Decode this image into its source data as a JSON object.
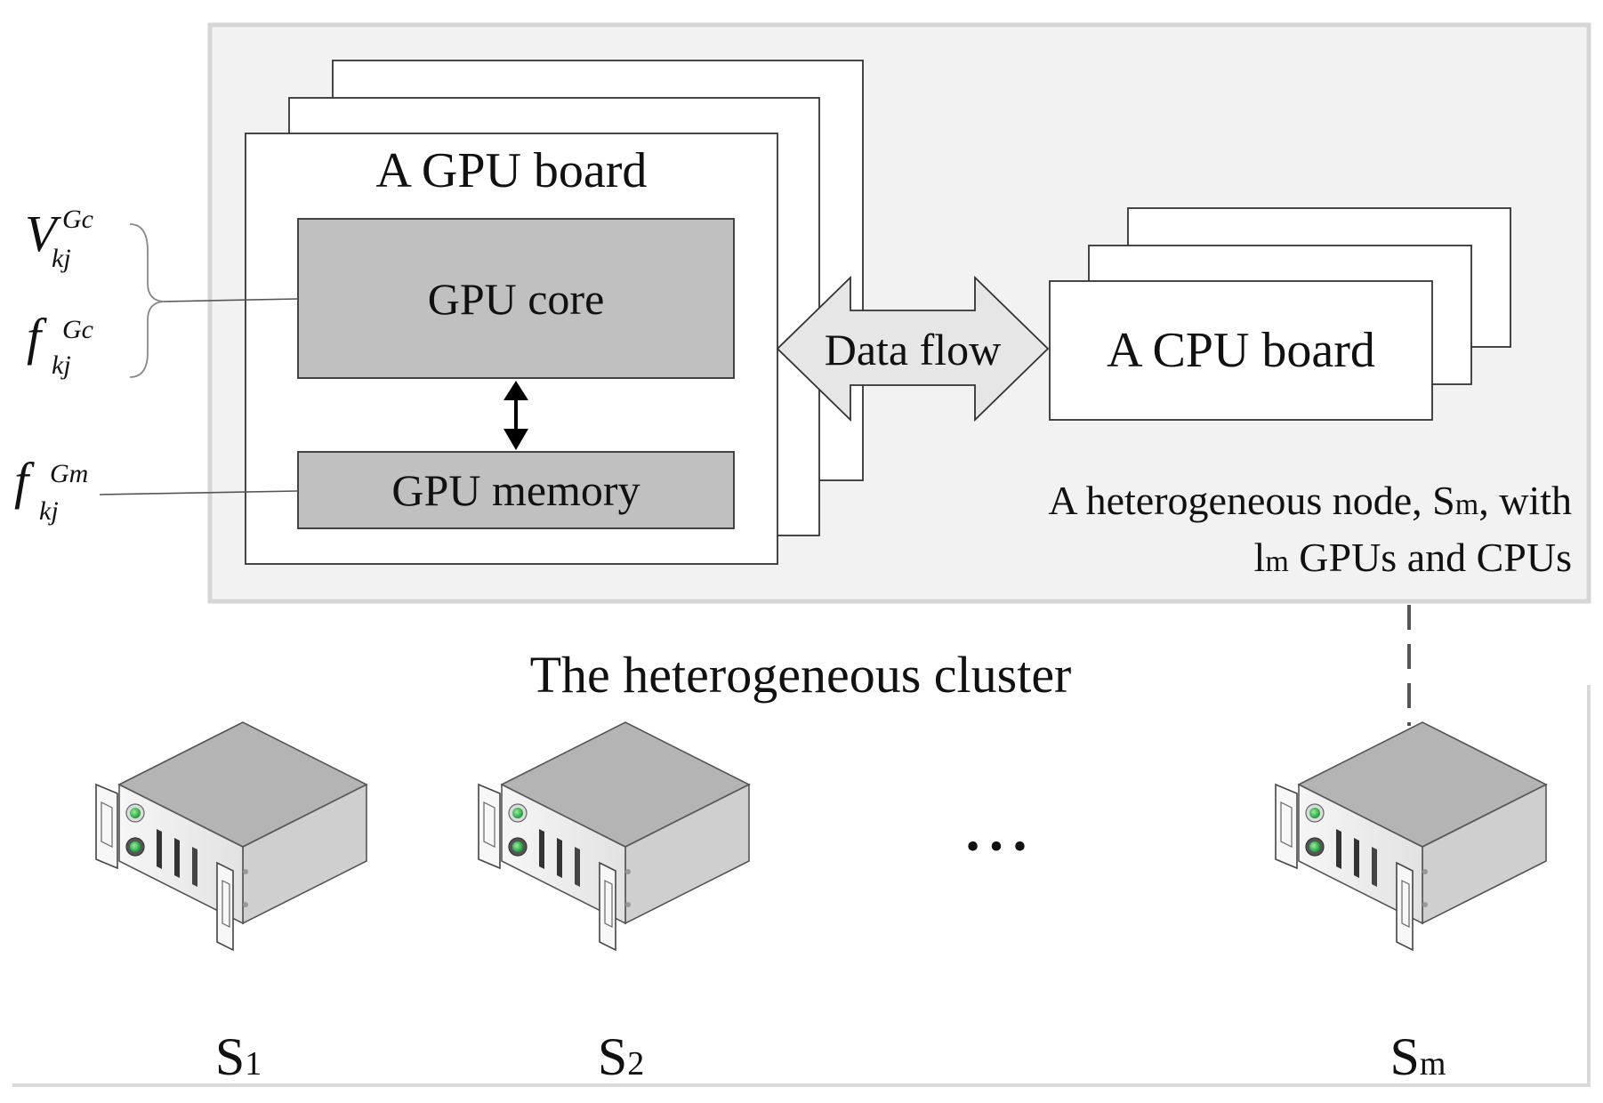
{
  "node_panel": {
    "gpu_board_title": "A GPU board",
    "gpu_core_label": "GPU core",
    "gpu_memory_label": "GPU memory",
    "data_flow_label": "Data flow",
    "cpu_board_label": "A CPU board",
    "node_caption_line1_prefix": "A heterogeneous node, S",
    "node_caption_line1_sub": "m",
    "node_caption_line1_suffix": ", with",
    "node_caption_line2_prefix": "l",
    "node_caption_line2_sub": "m",
    "node_caption_line2_suffix": " GPUs and CPUs"
  },
  "parameters": {
    "core_voltage": {
      "base": "V",
      "sup": "Gc",
      "sub": "kj"
    },
    "core_frequency": {
      "base": "f",
      "sup": "Gc",
      "sub": "kj"
    },
    "memory_frequency": {
      "base": "f",
      "sup": "Gm",
      "sub": "kj"
    }
  },
  "cluster": {
    "title": "The heterogeneous cluster",
    "ellipsis": "• • •",
    "servers": [
      {
        "base": "S",
        "sub": "1"
      },
      {
        "base": "S",
        "sub": "2"
      },
      {
        "base": "S",
        "sub": "m"
      }
    ]
  },
  "colors": {
    "panel_fill": "#f2f2f2",
    "panel_border": "#d6d6d6",
    "gpu_block_fill": "#c0c0c0",
    "arrow_fill": "#e6e6e6",
    "server_top": "#b4b4b4",
    "server_side": "#cfcfcf",
    "server_front": "#ededed",
    "led_green": "#2fb84a"
  }
}
